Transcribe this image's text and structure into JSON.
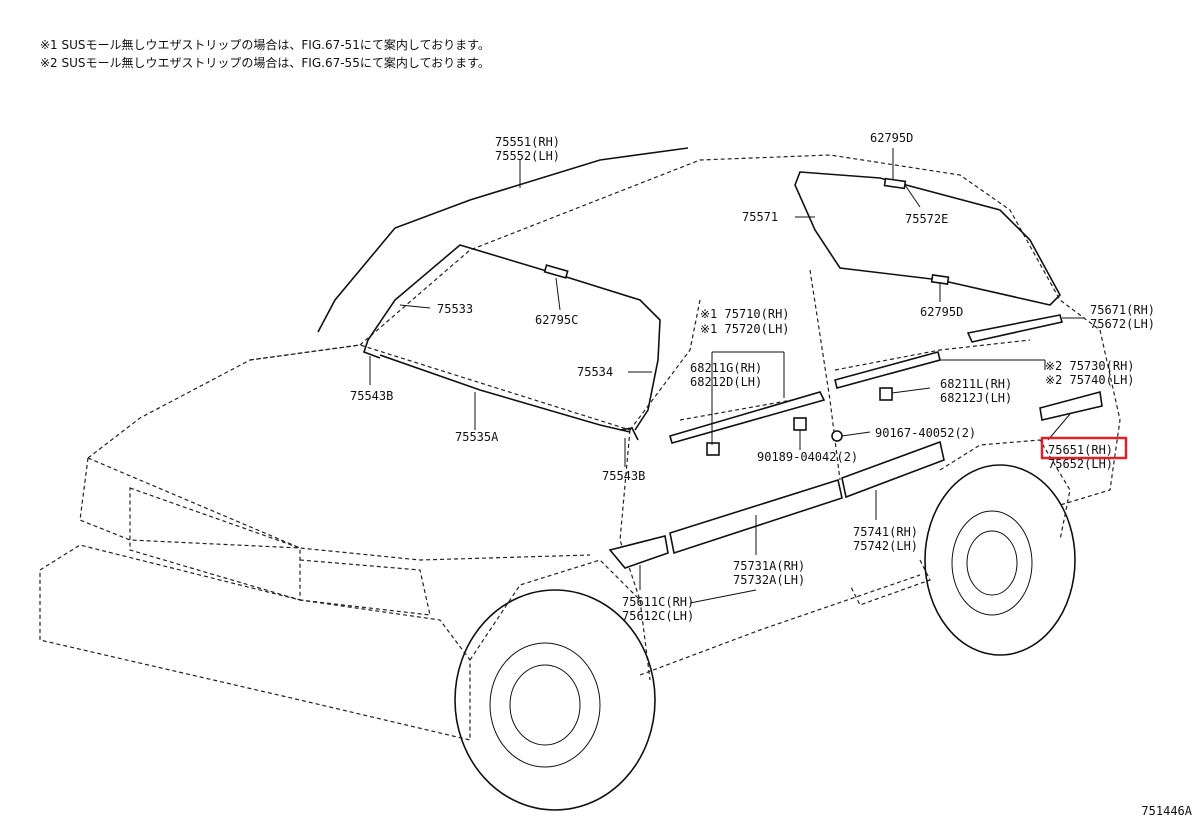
{
  "notes": [
    "※1 SUSモール無しウエザストリップの場合は、FIG.67-51にて案内しております。",
    "※2 SUSモール無しウエザストリップの場合は、FIG.67-55にて案内しております。"
  ],
  "labels": {
    "p75551": "75551(RH)",
    "p75552": "75552(LH)",
    "p62795d_top": "62795D",
    "p75571": "75571",
    "p75572e": "75572E",
    "p75533": "75533",
    "p62795c": "62795C",
    "p62795d_mid": "62795D",
    "p75671": "75671(RH)",
    "p75672": "75672(LH)",
    "p75710": "※1 75710(RH)",
    "p75720": "※1 75720(LH)",
    "p68211g": "68211G(RH)",
    "p68212d": "68212D(LH)",
    "p75534": "75534",
    "p75543b_l": "75543B",
    "p75535a": "75535A",
    "p75543b_r": "75543B",
    "p75730": "※2 75730(RH)",
    "p75740": "※2 75740(LH)",
    "p68211l": "68211L(RH)",
    "p68212j": "68212J(LH)",
    "p90167": "90167-40052(2)",
    "p90189": "90189-04042(2)",
    "p75651": "75651(RH)",
    "p75652": "75652(LH)",
    "p75741": "75741(RH)",
    "p75742": "75742(LH)",
    "p75731a": "75731A(RH)",
    "p75732a": "75732A(LH)",
    "p75611c": "75611C(RH)",
    "p75612c": "75612C(LH)"
  },
  "diagram_id": "751446A",
  "highlight_color": "#e0202a"
}
